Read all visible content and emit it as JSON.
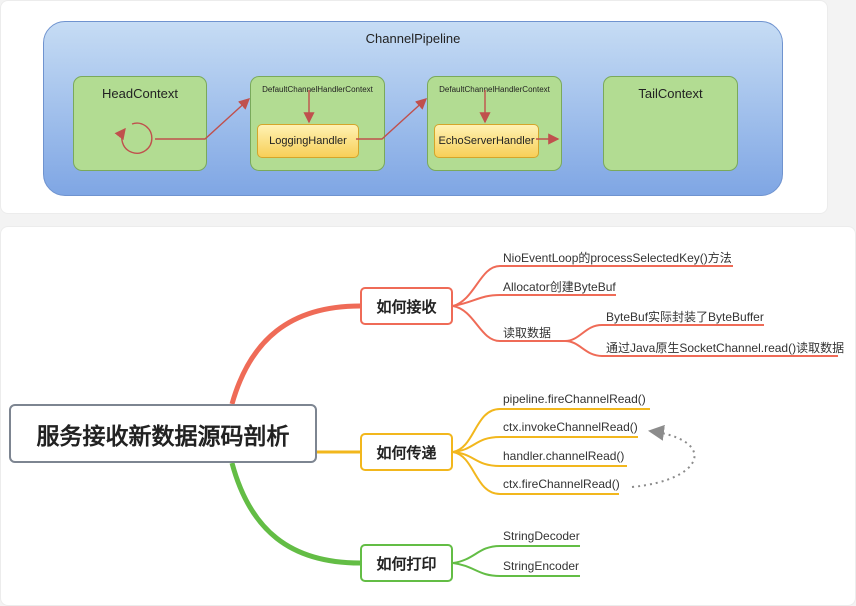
{
  "pipeline": {
    "title": "ChannelPipeline",
    "head": "HeadContext",
    "ctx1": {
      "label": "DefaultChannelHandlerContext",
      "handler": "LoggingHandler"
    },
    "ctx2": {
      "label": "DefaultChannelHandlerContext",
      "handler": "EchoServerHandler"
    },
    "tail": "TailContext"
  },
  "mindmap": {
    "root": "服务接收新数据源码剖析",
    "receive": {
      "label": "如何接收",
      "items": [
        "NioEventLoop的processSelectedKey()方法",
        "Allocator创建ByteBuf",
        "读取数据"
      ],
      "sub": [
        "ByteBuf实际封装了ByteBuffer",
        "通过Java原生SocketChannel.read()读取数据"
      ]
    },
    "pass": {
      "label": "如何传递",
      "items": [
        "pipeline.fireChannelRead()",
        "ctx.invokeChannelRead()",
        "handler.channelRead()",
        "ctx.fireChannelRead()"
      ]
    },
    "print": {
      "label": "如何打印",
      "items": [
        "StringDecoder",
        "StringEncoder"
      ]
    }
  },
  "colors": {
    "receive": "#ef6b57",
    "pass": "#f2b71d",
    "print": "#63bd45",
    "arrow": "#c0504d",
    "dotted": "#8c8c8c"
  }
}
